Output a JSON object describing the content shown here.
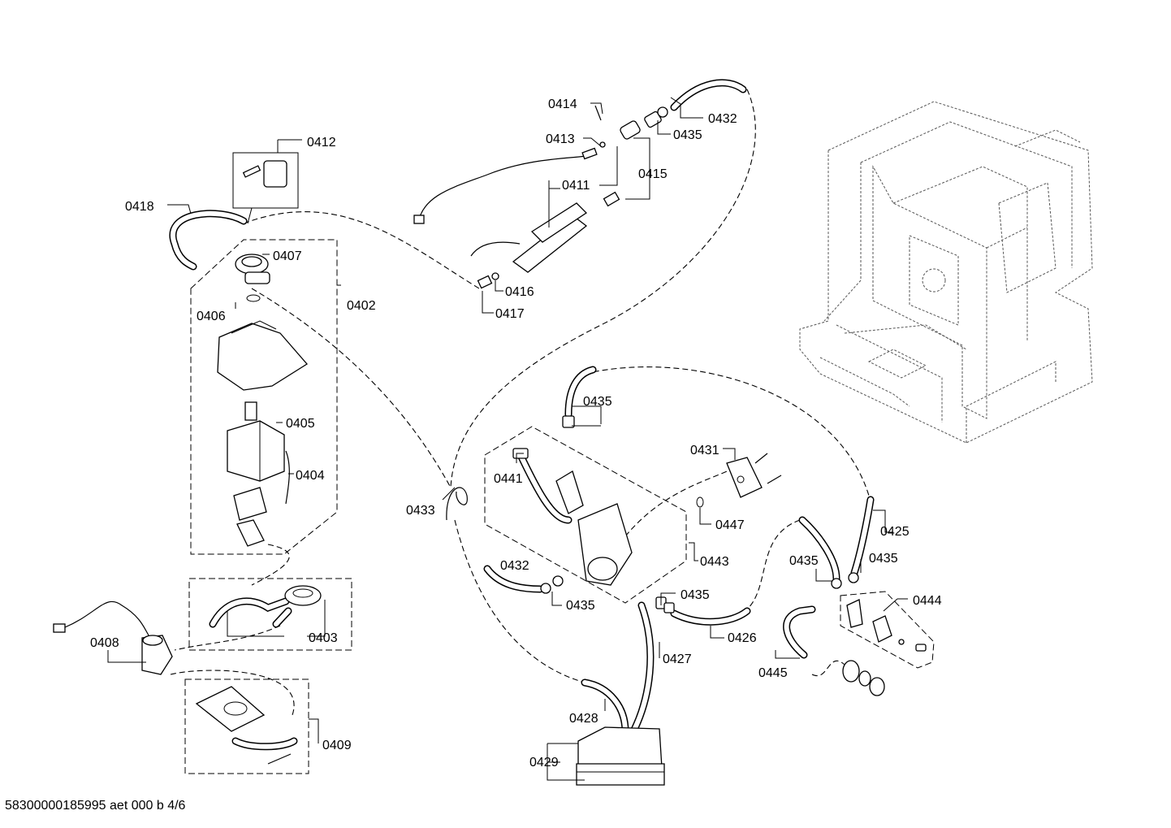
{
  "labels": {
    "l0401": "0412",
    "l0418": "0418",
    "l0407": "0407",
    "l0402": "0402",
    "l0406": "0406",
    "l0405": "0405",
    "l0404": "0404",
    "l0403": "0403",
    "l0408": "0408",
    "l0409": "0409",
    "l0414": "0414",
    "l0413": "0413",
    "l0411": "0411",
    "l0415": "0415",
    "l0432a": "0432",
    "l0435a": "0435",
    "l0416": "0416",
    "l0417": "0417",
    "l0435b": "0435",
    "l0431": "0431",
    "l0441": "0441",
    "l0447": "0447",
    "l0443": "0443",
    "l0433": "0433",
    "l0432b": "0432",
    "l0435c": "0435",
    "l0435d": "0435",
    "l0427": "0427",
    "l0426": "0426",
    "l0428": "0428",
    "l0429": "0429",
    "l0425": "0425",
    "l0435e": "0435",
    "l0435f": "0435",
    "l0444": "0444",
    "l0445": "0445"
  },
  "footer": "58300000185995 aet 000 b 4/6"
}
